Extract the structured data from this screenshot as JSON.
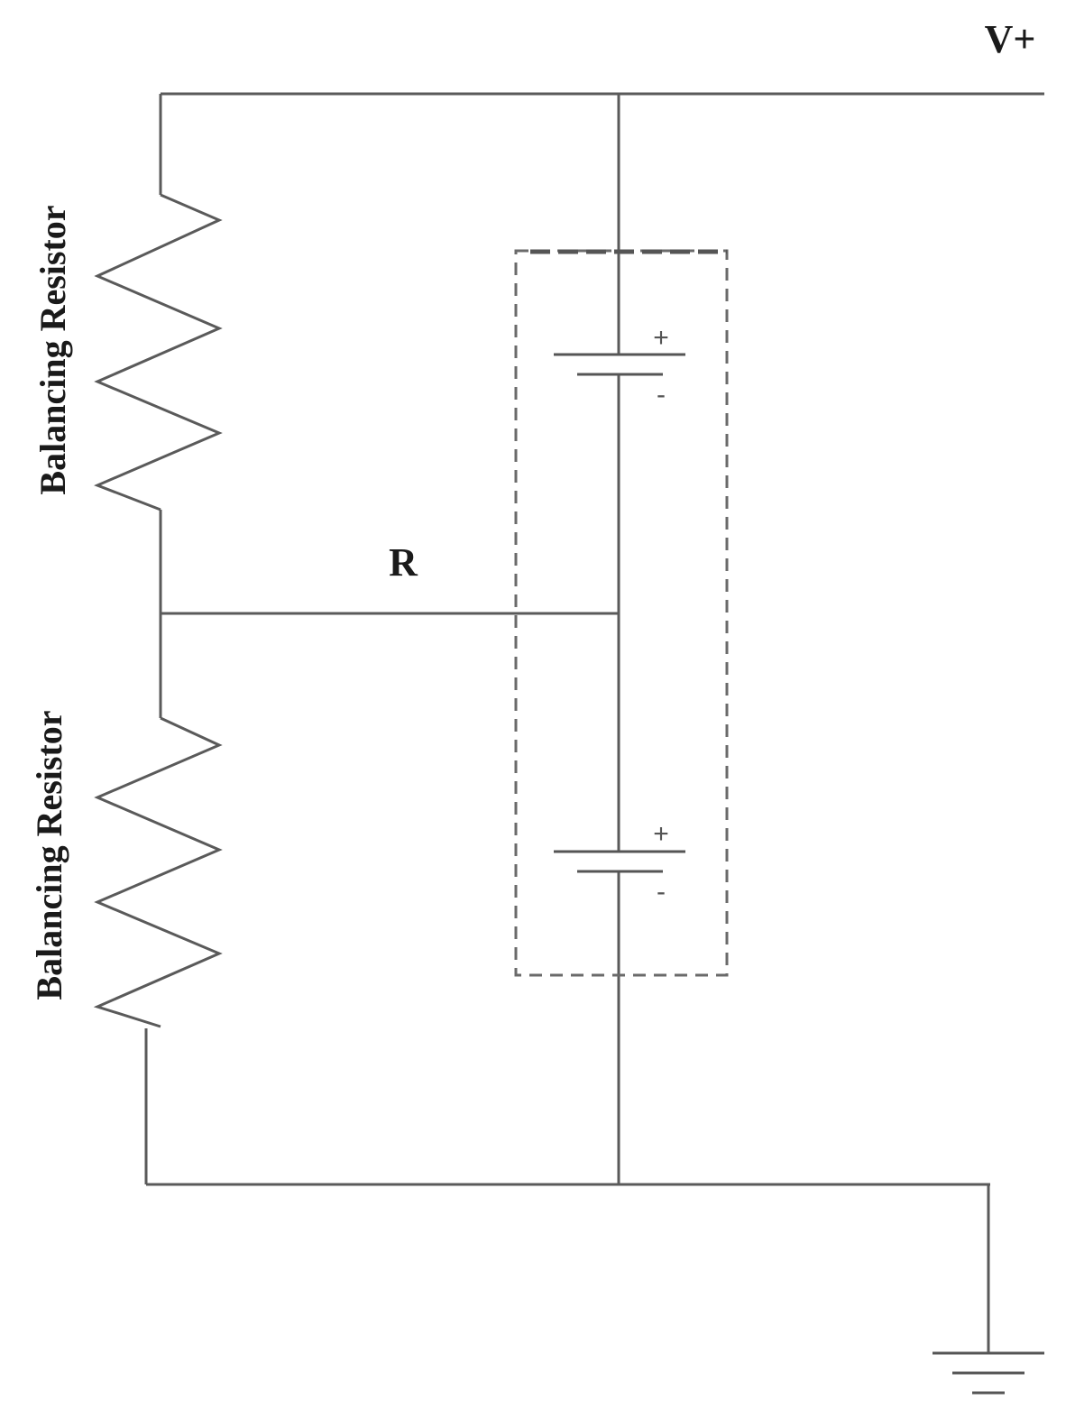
{
  "labels": {
    "supply": "V+",
    "node": "R",
    "resistor_top": "Balancing Resistor",
    "resistor_bottom": "Balancing Resistor",
    "cell_top_plus": "+",
    "cell_top_minus": "-",
    "cell_bottom_plus": "+",
    "cell_bottom_minus": "-"
  },
  "colors": {
    "wire": "#5a5a5a",
    "text": "#1a1a1a",
    "background": "#ffffff"
  }
}
